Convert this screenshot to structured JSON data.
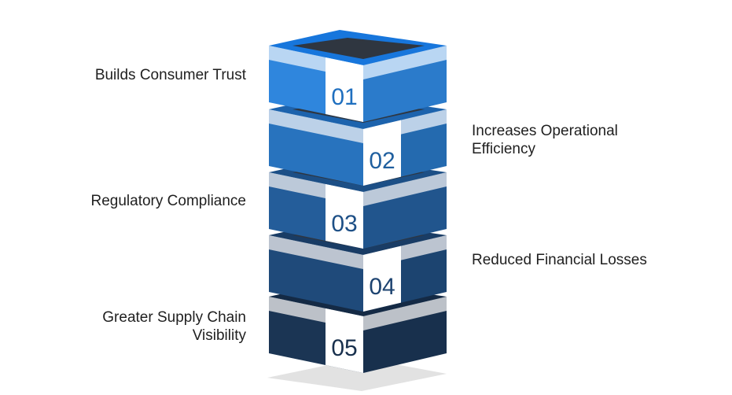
{
  "tiers": [
    {
      "number": "01",
      "label": "Builds Consumer Trust",
      "side": "left",
      "front": "#2f86dd",
      "top": "#1776dc",
      "band": "#b9d6f3",
      "numColor": "#1f6fbf"
    },
    {
      "number": "02",
      "label": "Increases Operational Efficiency",
      "side": "right",
      "front": "#2873be",
      "top": "#1d63ad",
      "band": "#bcd1e8",
      "numColor": "#1f5f9f"
    },
    {
      "number": "03",
      "label": "Regulatory Compliance",
      "side": "left",
      "front": "#245d9a",
      "top": "#1c4f86",
      "band": "#bcc9d9",
      "numColor": "#1d4f86"
    },
    {
      "number": "04",
      "label": "Reduced Financial Losses",
      "side": "right",
      "front": "#1f4a7a",
      "top": "#193c65",
      "band": "#bcc4d0",
      "numColor": "#1d4370"
    },
    {
      "number": "05",
      "label": "Greater Supply Chain Visibility",
      "side": "left",
      "front": "#1b3554",
      "top": "#142a45",
      "band": "#bcc1c8",
      "numColor": "#18304d"
    }
  ],
  "colors": {
    "inner_dark": "#2f3640",
    "shadow": "#e2e2e2"
  }
}
